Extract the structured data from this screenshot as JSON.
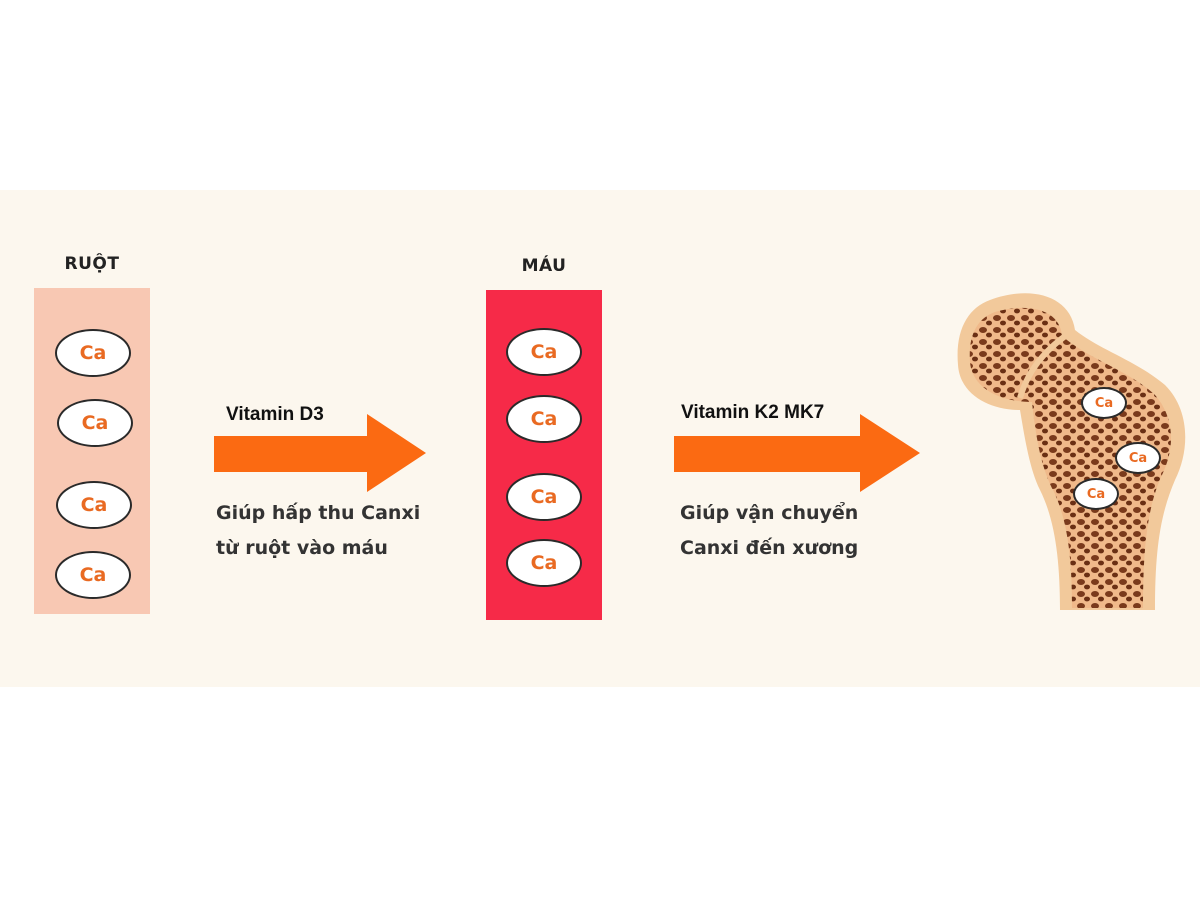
{
  "gut": {
    "label": "RUỘT",
    "items": [
      "Ca",
      "Ca",
      "Ca",
      "Ca"
    ]
  },
  "blood": {
    "label": "MÁU",
    "items": [
      "Ca",
      "Ca",
      "Ca",
      "Ca"
    ]
  },
  "bone": {
    "items": [
      "Ca",
      "Ca",
      "Ca"
    ]
  },
  "step1": {
    "vitamin": "Vitamin D3",
    "description": [
      "Giúp hấp thu Canxi",
      "từ ruột vào máu"
    ]
  },
  "step2": {
    "vitamin": "Vitamin K2 MK7",
    "description": [
      "Giúp vận chuyển",
      "Canxi đến xương"
    ]
  },
  "colors": {
    "gut": "#f8c8b3",
    "blood": "#f62a48",
    "arrow": "#fb6a12",
    "calcium_text": "#e96a22",
    "bone": "#f2c99b",
    "bone_marrow": "#7a3a1c"
  }
}
